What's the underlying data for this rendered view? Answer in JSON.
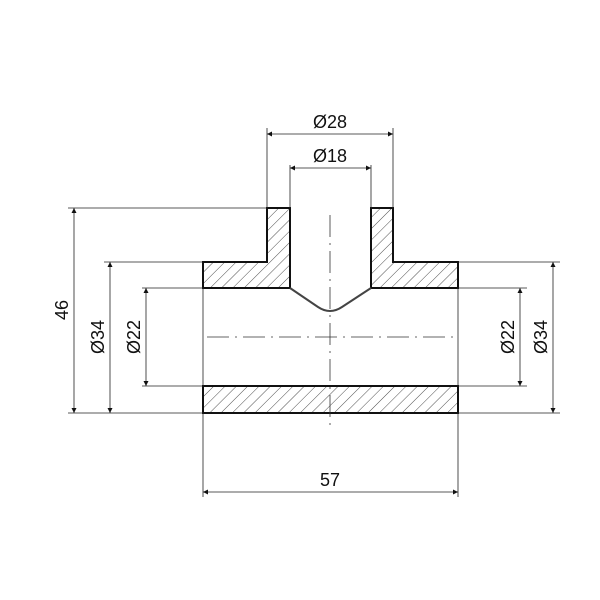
{
  "drawing": {
    "type": "tee-fitting-section",
    "units": "mm",
    "colors": {
      "line": "#111111",
      "background": "#ffffff"
    }
  },
  "dimensions": {
    "branch_outer_diameter": "Ø28",
    "branch_inner_diameter": "Ø18",
    "overall_height": "46",
    "left_outer_diameter": "Ø34",
    "left_inner_diameter": "Ø22",
    "right_inner_diameter": "Ø22",
    "right_outer_diameter": "Ø34",
    "overall_length": "57"
  }
}
